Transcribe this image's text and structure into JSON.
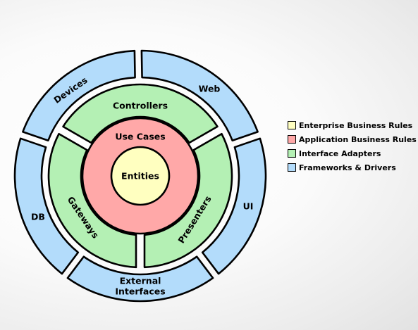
{
  "diagram": {
    "center": {
      "label": "Entities",
      "fill": "#ffffc0"
    },
    "rings": [
      {
        "name": "use-cases-ring",
        "fill": "#ffa8a8",
        "segments": [
          {
            "label": "Use Cases"
          }
        ]
      },
      {
        "name": "interface-adapters-ring",
        "fill": "#b4f0b4",
        "segments": [
          {
            "label": "Controllers"
          },
          {
            "label": "Presenters"
          },
          {
            "label": "Gateways"
          }
        ]
      },
      {
        "name": "frameworks-drivers-ring",
        "fill": "#b3dcfb",
        "segments": [
          {
            "label": "Web"
          },
          {
            "label": "UI"
          },
          {
            "label": "External Interfaces"
          },
          {
            "label": "DB"
          },
          {
            "label": "Devices"
          }
        ]
      }
    ]
  },
  "legend": {
    "items": [
      {
        "label": "Enterprise Business Rules",
        "color": "#ffffc0"
      },
      {
        "label": "Application Business Rules",
        "color": "#ffa8a8"
      },
      {
        "label": "Interface Adapters",
        "color": "#b4f0b4"
      },
      {
        "label": "Frameworks & Drivers",
        "color": "#b3dcfb"
      }
    ]
  }
}
